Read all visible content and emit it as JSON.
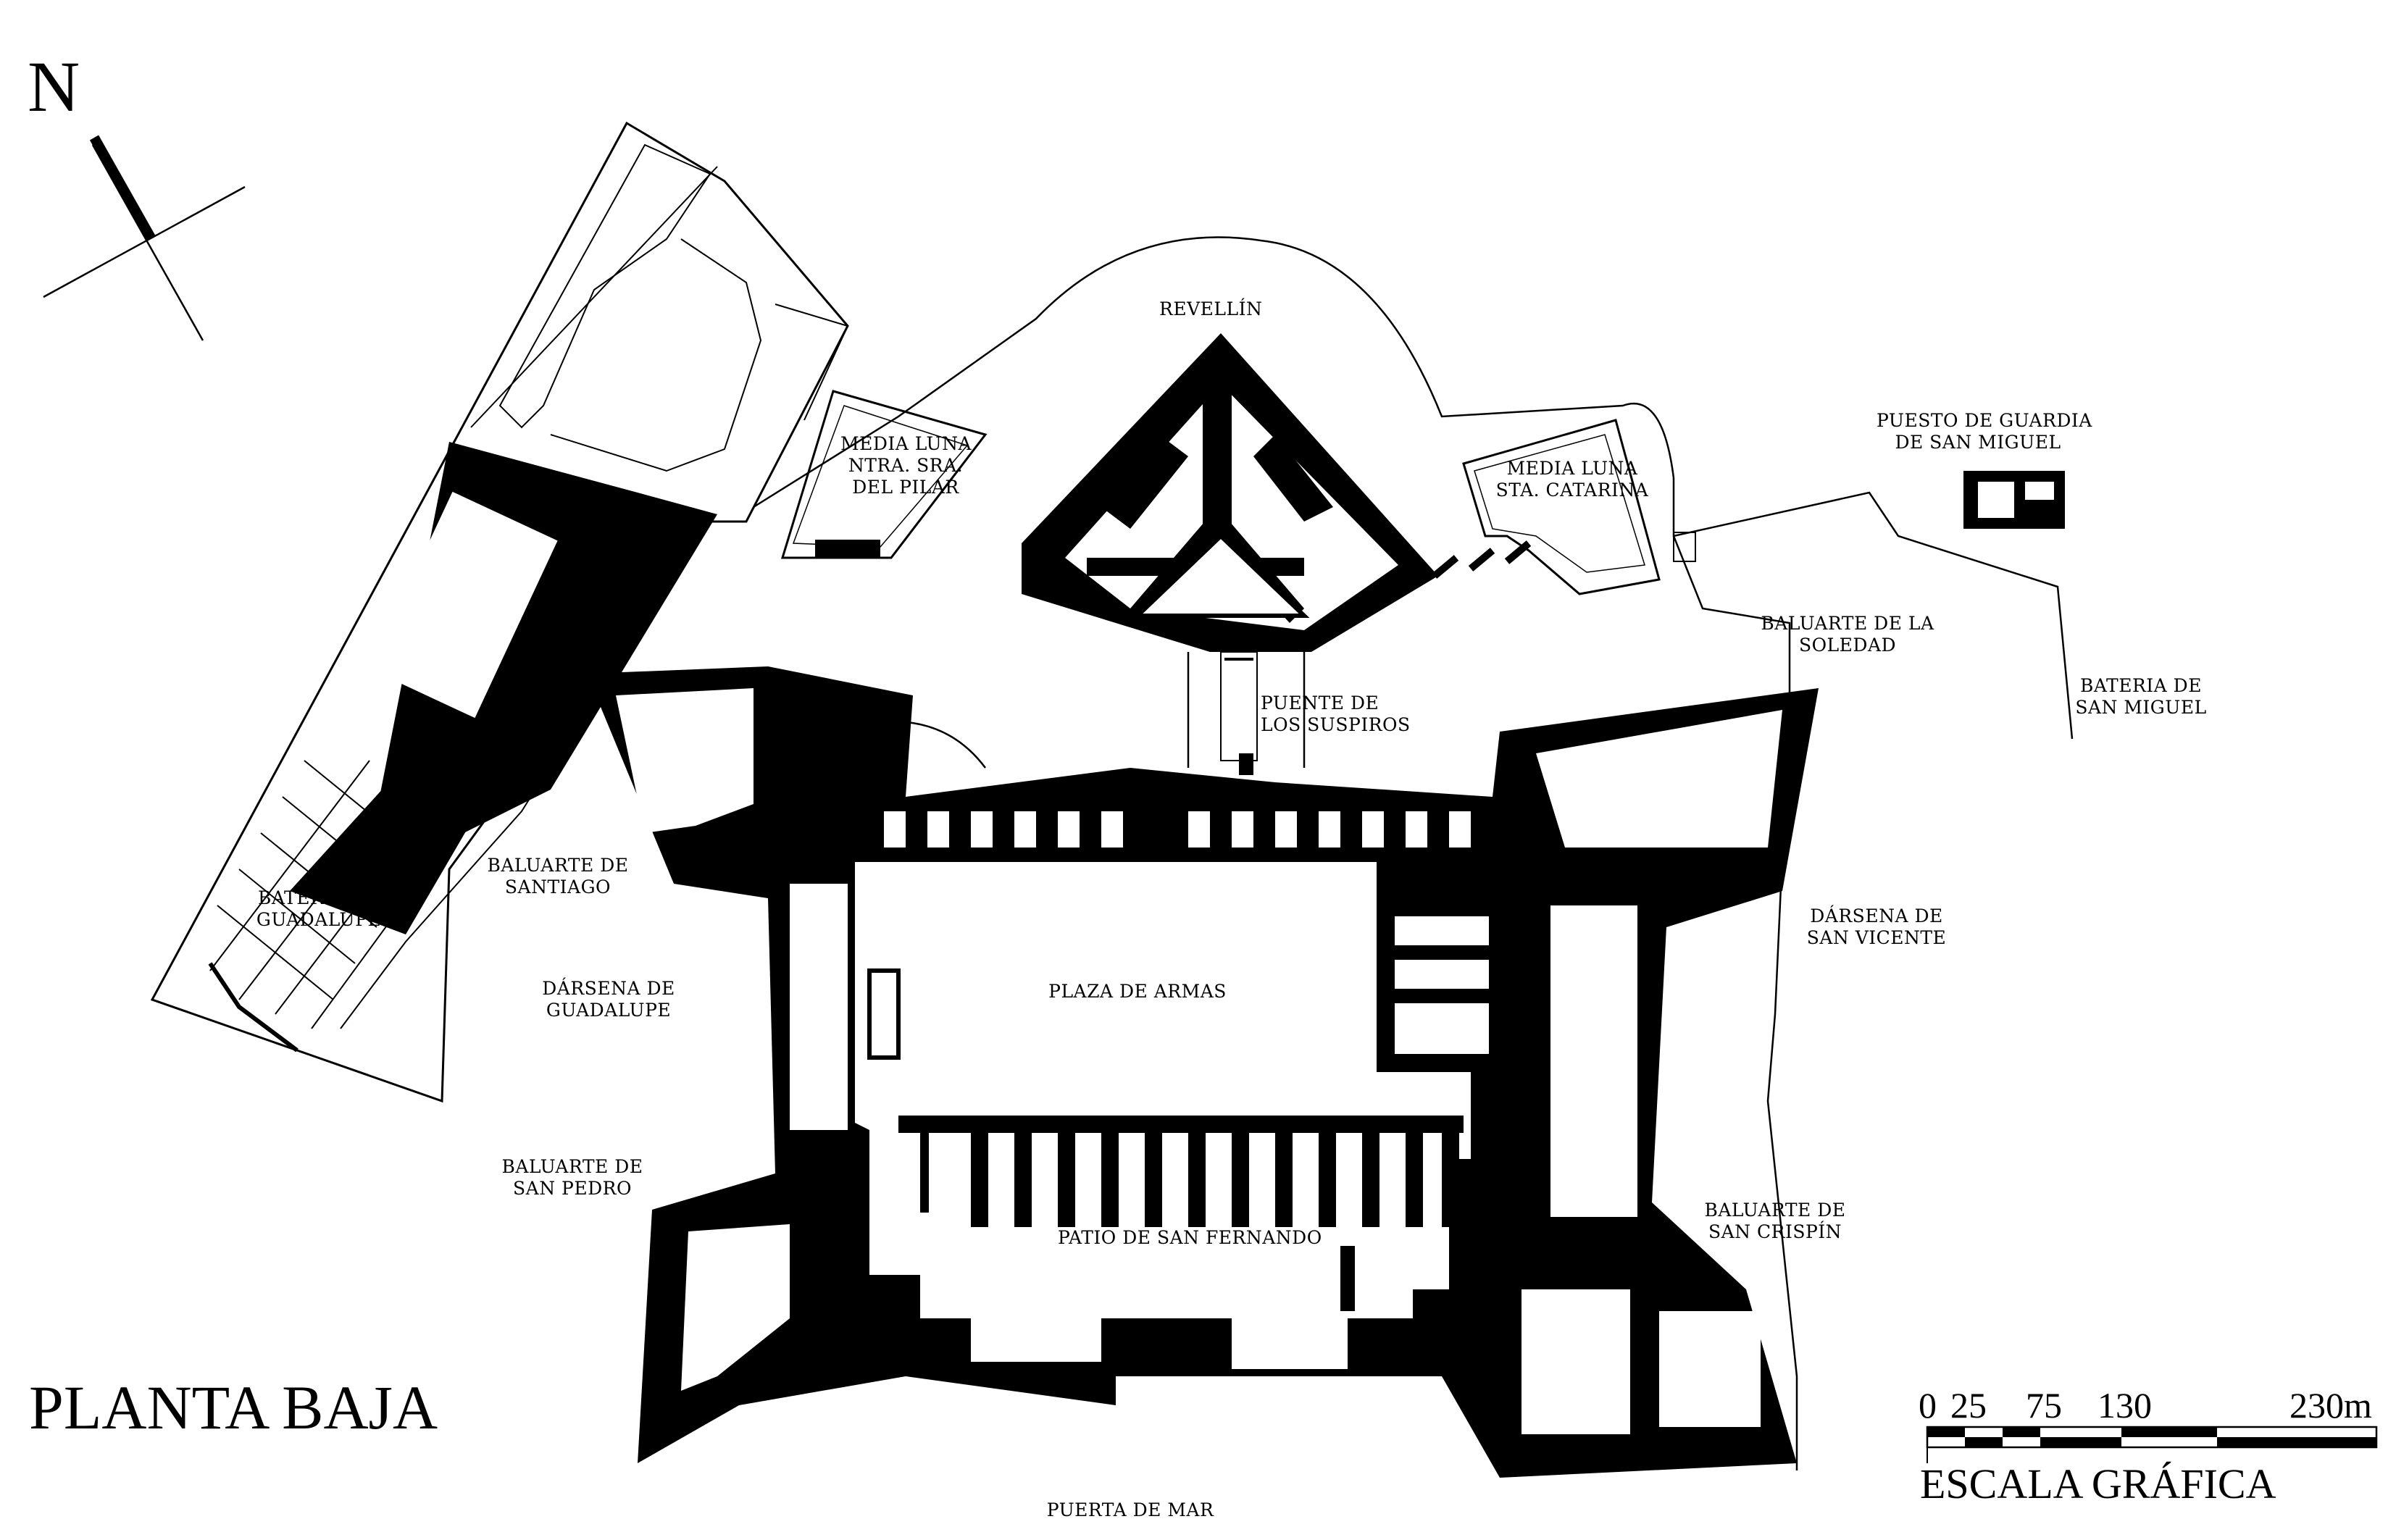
{
  "compass": {
    "north_letter": "N"
  },
  "title": "PLANTA BAJA",
  "labels": {
    "revellin": "REVELLÍN",
    "media_luna_pilar_1": "MEDIA LUNA",
    "media_luna_pilar_2": "NTRA. SRA.",
    "media_luna_pilar_3": "DEL PILAR",
    "media_luna_catarina_1": "MEDIA LUNA",
    "media_luna_catarina_2": "STA. CATARINA",
    "puesto_guardia_1": "PUESTO DE GUARDIA",
    "puesto_guardia_2": "DE SAN MIGUEL",
    "baluarte_soledad_1": "BALUARTE DE LA",
    "baluarte_soledad_2": "SOLEDAD",
    "bateria_san_miguel_1": "BATERIA DE",
    "bateria_san_miguel_2": "SAN MIGUEL",
    "puente_suspiros_1": "PUENTE DE",
    "puente_suspiros_2": "LOS SUSPIROS",
    "baluarte_santiago_1": "BALUARTE DE",
    "baluarte_santiago_2": "SANTIAGO",
    "bateria_guadalupe_1": "BATERÍA DE",
    "bateria_guadalupe_2": "GUADALUPE",
    "darsena_guadalupe_1": "DÁRSENA DE",
    "darsena_guadalupe_2": "GUADALUPE",
    "plaza_armas": "PLAZA DE ARMAS",
    "darsena_san_vicente_1": "DÁRSENA DE",
    "darsena_san_vicente_2": "SAN VICENTE",
    "baluarte_san_pedro_1": "BALUARTE DE",
    "baluarte_san_pedro_2": "SAN PEDRO",
    "patio_san_fernando": "PATIO DE SAN FERNANDO",
    "baluarte_san_crispin_1": "BALUARTE DE",
    "baluarte_san_crispin_2": "SAN CRISPÍN",
    "puerta_mar": "PUERTA DE MAR"
  },
  "scale": {
    "ticks": [
      "0",
      "25",
      "75",
      "130",
      "230m"
    ],
    "caption": "ESCALA GRÁFICA"
  }
}
